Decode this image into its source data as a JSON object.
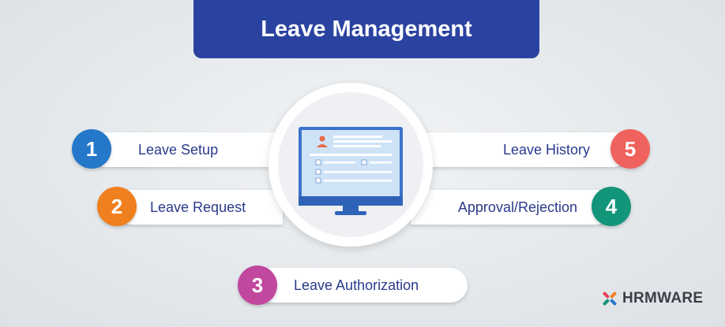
{
  "title": "Leave Management",
  "steps": [
    {
      "number": "1",
      "label": "Leave Setup",
      "color": "#2577c9"
    },
    {
      "number": "2",
      "label": "Leave Request",
      "color": "#f07f1f"
    },
    {
      "number": "3",
      "label": "Leave Authorization",
      "color": "#c2479e"
    },
    {
      "number": "4",
      "label": "Approval/Rejection",
      "color": "#13957a"
    },
    {
      "number": "5",
      "label": "Leave History",
      "color": "#f0625d"
    }
  ],
  "center_icon": "monitor-form-icon",
  "logo": {
    "text": "HRMWARE",
    "icon": "hrmware-logo-icon"
  }
}
